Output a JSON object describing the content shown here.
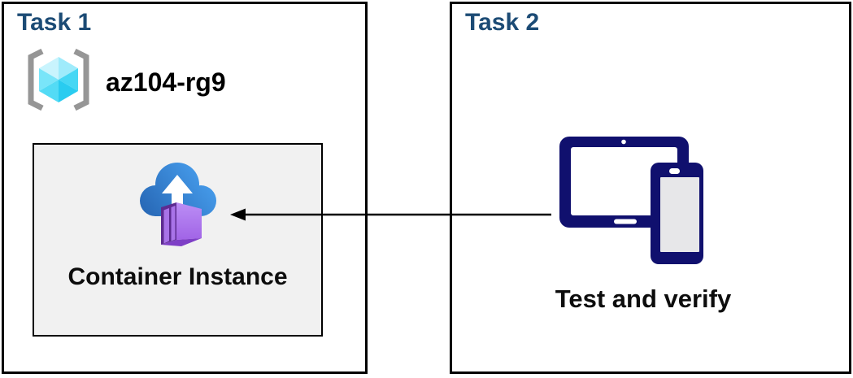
{
  "task1": {
    "title": "Task 1",
    "resource_group": {
      "name": "az104-rg9",
      "icon": "resource-group-icon"
    },
    "container_instance": {
      "label": "Container Instance",
      "icon": "container-instances-icon"
    }
  },
  "task2": {
    "title": "Task 2",
    "devices": {
      "label": "Test and verify",
      "icon": "devices-icon"
    }
  },
  "arrow": {
    "from": "task2-devices",
    "to": "task1-container-instance",
    "direction": "right-to-left"
  },
  "colors": {
    "header_blue": "#1c4b75",
    "panel_border": "#000000",
    "container_box_bg": "#f1f1f1",
    "device_navy": "#10106e",
    "cloud_blue_dark": "#2767b5",
    "cloud_blue_light": "#4aa3f2",
    "container_purple_light": "#bb8ef5",
    "container_purple": "#a873e8",
    "container_purple_frame": "#5d2b91",
    "cube_cyan_light": "#c9f4fd",
    "cube_cyan": "#46d7f4",
    "bracket_gray": "#969696",
    "arrow_black": "#000000"
  }
}
